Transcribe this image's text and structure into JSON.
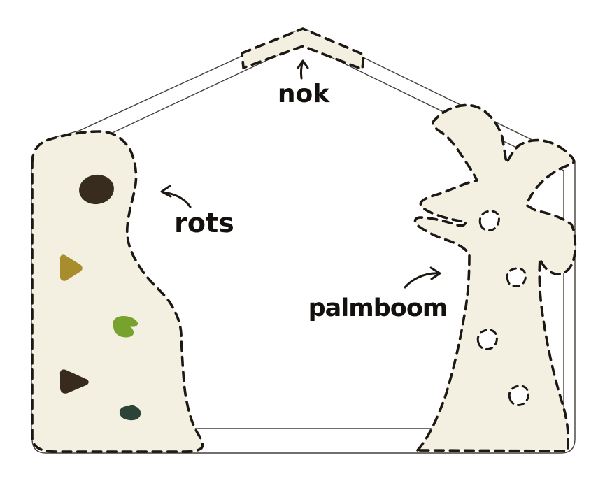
{
  "scene": {
    "background_color": "#ffffff",
    "panel_fill": "#f4f0e1",
    "outline_color": "#1d1813",
    "frame_line_color": "#45403a",
    "text_color": "#14100d",
    "labels": {
      "nok": "nok",
      "rots": "rots",
      "palmboom": "palmboom"
    },
    "rock_spots": [
      {
        "name": "round-spot-darkbrown",
        "color": "#382c1e"
      },
      {
        "name": "triangle-spot-olive",
        "color": "#a78d2c"
      },
      {
        "name": "leaf-spot-green",
        "color": "#77a22d"
      },
      {
        "name": "triangle-spot-brown",
        "color": "#382b1d"
      },
      {
        "name": "bean-spot-teal",
        "color": "#2c4337"
      }
    ]
  }
}
